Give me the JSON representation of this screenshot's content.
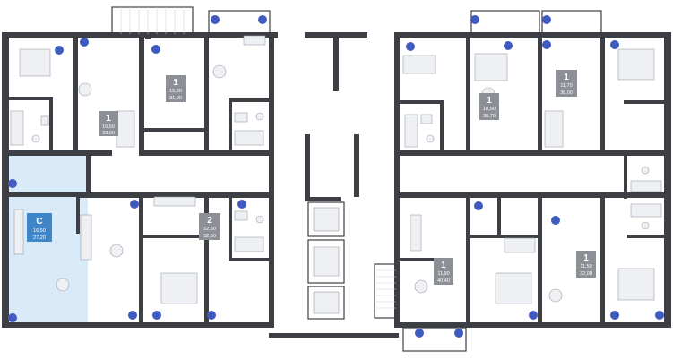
{
  "colors": {
    "wall": "#3d3f45",
    "badge_default": "#8c9096",
    "badge_highlight": "#3f86c9",
    "highlight_room": "#d9ebf8",
    "plant": "#3f5bbf"
  },
  "units": [
    {
      "rooms": "1",
      "living": "10,50",
      "total": "33,00",
      "highlighted": false
    },
    {
      "rooms": "1",
      "living": "15,30",
      "total": "31,90",
      "highlighted": false
    },
    {
      "rooms": "1",
      "living": "10,50",
      "total": "36,70",
      "highlighted": false
    },
    {
      "rooms": "1",
      "living": "11,70",
      "total": "38,00",
      "highlighted": false
    },
    {
      "rooms": "C",
      "living": "16,50",
      "total": "27,20",
      "highlighted": true
    },
    {
      "rooms": "2",
      "living": "22,60",
      "total": "52,50",
      "highlighted": false
    },
    {
      "rooms": "1",
      "living": "11,90",
      "total": "40,40",
      "highlighted": false
    },
    {
      "rooms": "1",
      "living": "11,50",
      "total": "32,00",
      "highlighted": false
    }
  ],
  "icons": [
    "plant-icon",
    "bed-icon",
    "sofa-icon",
    "bathtub-icon",
    "toilet-icon",
    "sink-icon",
    "stove-icon",
    "table-icon",
    "stairs-icon",
    "elevator-icon"
  ]
}
